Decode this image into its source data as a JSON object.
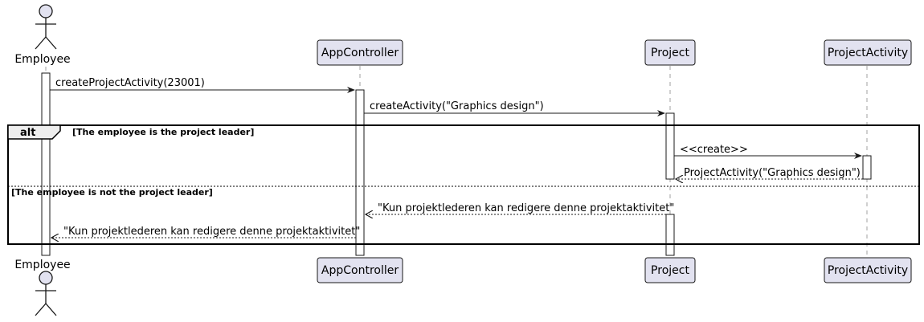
{
  "participants": {
    "employee": "Employee",
    "app_controller": "AppController",
    "project": "Project",
    "project_activity": "ProjectActivity"
  },
  "messages": {
    "m1": "createProjectActivity(23001)",
    "m2": "createActivity(\"Graphics design\")",
    "m3": "<<create>>",
    "m4": "ProjectActivity(\"Graphics design\")",
    "m5": "\"Kun projektlederen kan redigere denne projektaktivitet\"",
    "m6": "\"Kun projektlederen kan redigere denne projektaktivitet\""
  },
  "fragment": {
    "operator": "alt",
    "guard1": "[The employee is the project leader]",
    "guard2": "[The employee is not the project leader]"
  },
  "colors": {
    "participant_fill": "#E2E2F0",
    "participant_stroke": "#181818",
    "lifeline": "#A0A0A0"
  }
}
